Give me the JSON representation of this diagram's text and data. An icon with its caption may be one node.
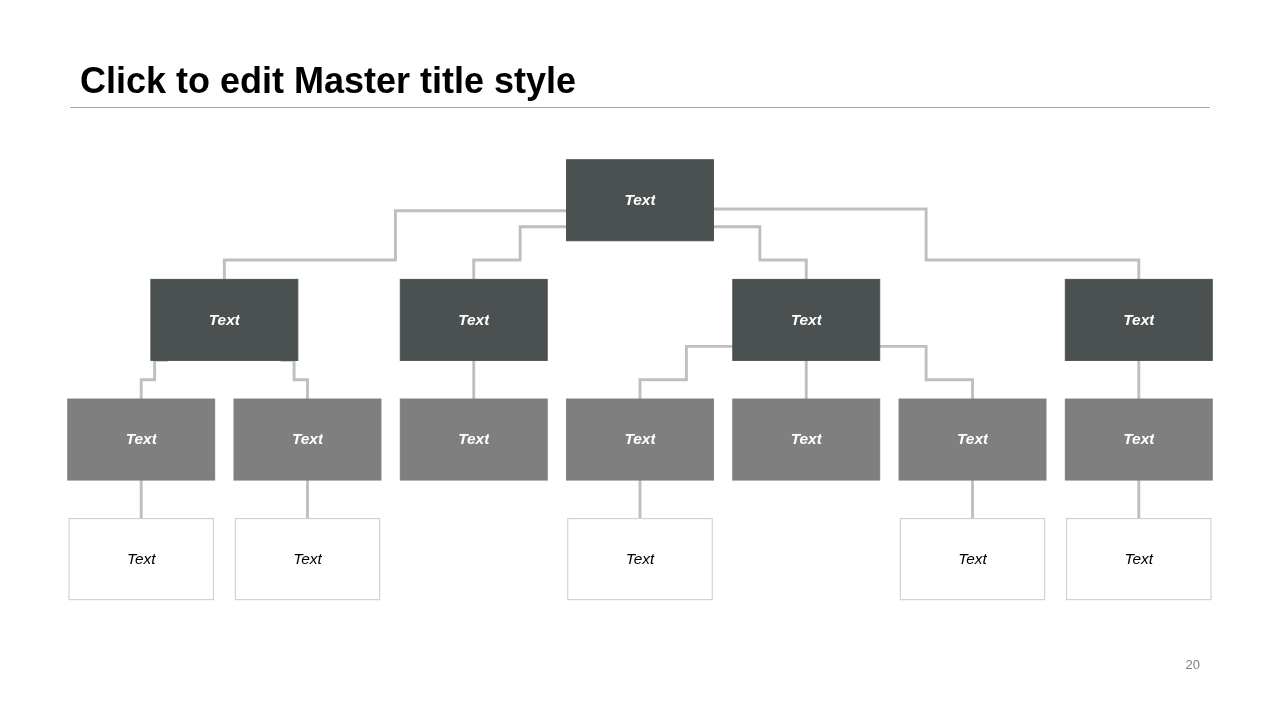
{
  "diagram": {
    "title": "Click to edit Master title style",
    "nodes": [
      {
        "text": [
          "Text"
        ]
      },
      {
        "text": [
          "Text"
        ]
      },
      {
        "text": [
          "Text"
        ]
      },
      {
        "text": [
          "Text"
        ]
      },
      {
        "text": [
          "Text"
        ]
      },
      {
        "text": [
          "Text"
        ]
      },
      {
        "text": [
          "Text"
        ]
      },
      {
        "text": [
          "Text"
        ]
      },
      {
        "text": [
          "Text"
        ]
      },
      {
        "text": [
          "Text"
        ]
      },
      {
        "text": [
          "Text"
        ]
      },
      {
        "text": [
          "Text"
        ]
      },
      {
        "text": [
          "Text"
        ]
      },
      {
        "text": [
          "Text"
        ]
      },
      {
        "text": [
          "Text"
        ]
      },
      {
        "text": [
          "Text"
        ]
      },
      {
        "text": [
          "Text"
        ]
      }
    ],
    "edges": [
      {
        "from": 0,
        "to": 1,
        "arrow": "none"
      },
      {
        "from": 0,
        "to": 2,
        "arrow": "none"
      },
      {
        "from": 0,
        "to": 3,
        "arrow": "none"
      },
      {
        "from": 0,
        "to": 4,
        "arrow": "none"
      },
      {
        "from": 1,
        "to": 5,
        "arrow": "none"
      },
      {
        "from": 1,
        "to": 6,
        "arrow": "none"
      },
      {
        "from": 2,
        "to": 7,
        "arrow": "none"
      },
      {
        "from": 3,
        "to": 8,
        "arrow": "none"
      },
      {
        "from": 3,
        "to": 9,
        "arrow": "none"
      },
      {
        "from": 3,
        "to": 10,
        "arrow": "none"
      },
      {
        "from": 4,
        "to": 11,
        "arrow": "none"
      },
      {
        "from": 5,
        "to": 12,
        "arrow": "none"
      },
      {
        "from": 6,
        "to": 13,
        "arrow": "none"
      },
      {
        "from": 8,
        "to": 14,
        "arrow": "none"
      },
      {
        "from": 10,
        "to": 15,
        "arrow": "none"
      },
      {
        "from": 11,
        "to": 16,
        "arrow": "none"
      }
    ],
    "labels": [
      "20"
    ]
  }
}
